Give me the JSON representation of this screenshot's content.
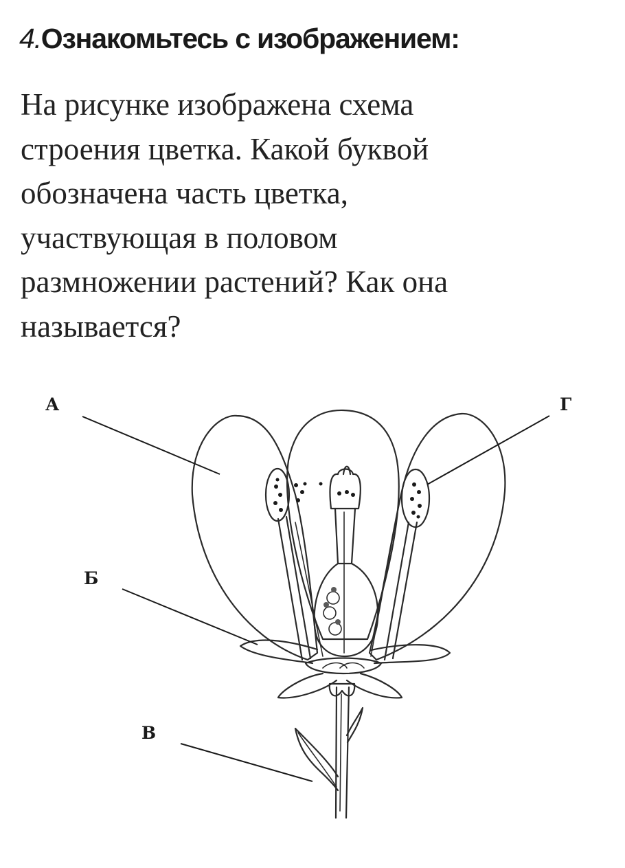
{
  "heading": {
    "number": "4.",
    "title": "Ознакомьтесь с изображением:"
  },
  "question": {
    "lines": [
      "На рисунке изображена схема",
      "строения цветка. Какой буквой",
      "обозначена часть цветка,",
      "участвующая в половом",
      "размножении растений? Как она",
      "называется?"
    ]
  },
  "figure": {
    "labels": {
      "a": "А",
      "b": "Б",
      "v": "В",
      "g": "Г"
    },
    "colors": {
      "ink": "#1a1a1a",
      "shading": "#bdbdbd"
    }
  }
}
